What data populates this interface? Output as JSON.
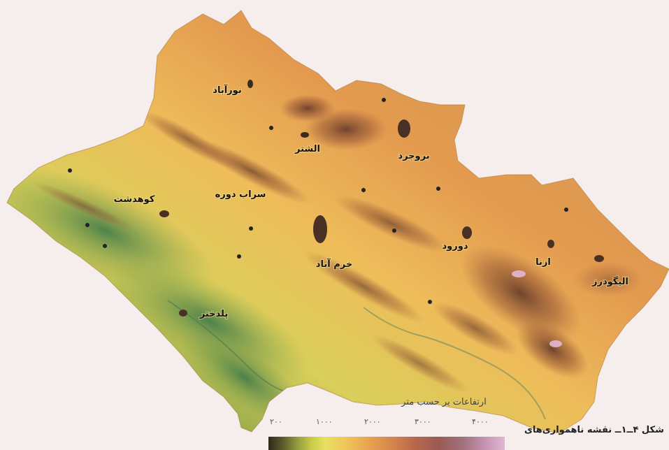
{
  "figure": {
    "caption": "شکل ۴ــ۱ــ نقشه ناهمواری‌های"
  },
  "map": {
    "cities": [
      {
        "name": "نورآباد"
      },
      {
        "name": "الشتر"
      },
      {
        "name": "بروجرد"
      },
      {
        "name": "کوهدشت"
      },
      {
        "name": "سراب دوره"
      },
      {
        "name": "خرم آباد"
      },
      {
        "name": "دورود"
      },
      {
        "name": "ازنا"
      },
      {
        "name": "الیگودرز"
      },
      {
        "name": "پلدختر"
      }
    ]
  },
  "legend": {
    "title": "ارتفاعات بر حسب متر",
    "ticks": [
      "۲۰۰",
      "۱۰۰۰",
      "۲۰۰۰",
      "۳۰۰۰",
      "۴۰۰۰"
    ],
    "colors": {
      "low": "#2e2a1a",
      "mid": "#e8a450",
      "high": "#e2b7d4"
    }
  }
}
